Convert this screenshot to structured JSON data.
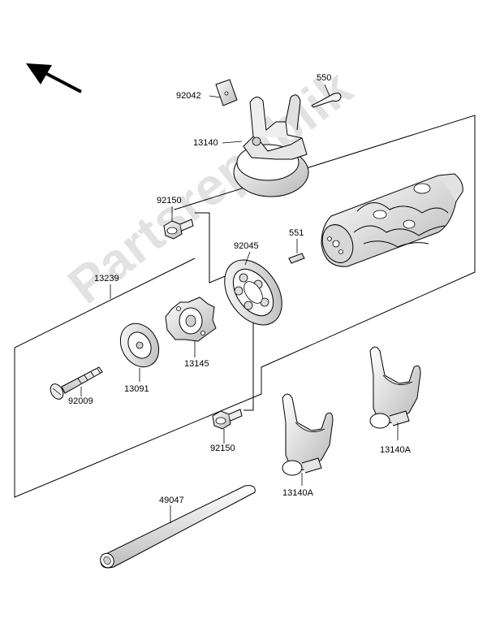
{
  "watermark": "Partsrepublik",
  "labels": {
    "p92042": "92042",
    "p550": "550",
    "p13140": "13140",
    "p92150_top": "92150",
    "p92045": "92045",
    "p551": "551",
    "p13239": "13239",
    "p13145": "13145",
    "p13091": "13091",
    "p92009": "92009",
    "p92150_bottom": "92150",
    "p13140A_left": "13140A",
    "p13140A_right": "13140A",
    "p49047": "49047"
  },
  "colors": {
    "line": "#000000",
    "part_fill": "#f2f2f2",
    "part_shade": "#bdbdbd",
    "watermark": "#d9d9d9"
  }
}
